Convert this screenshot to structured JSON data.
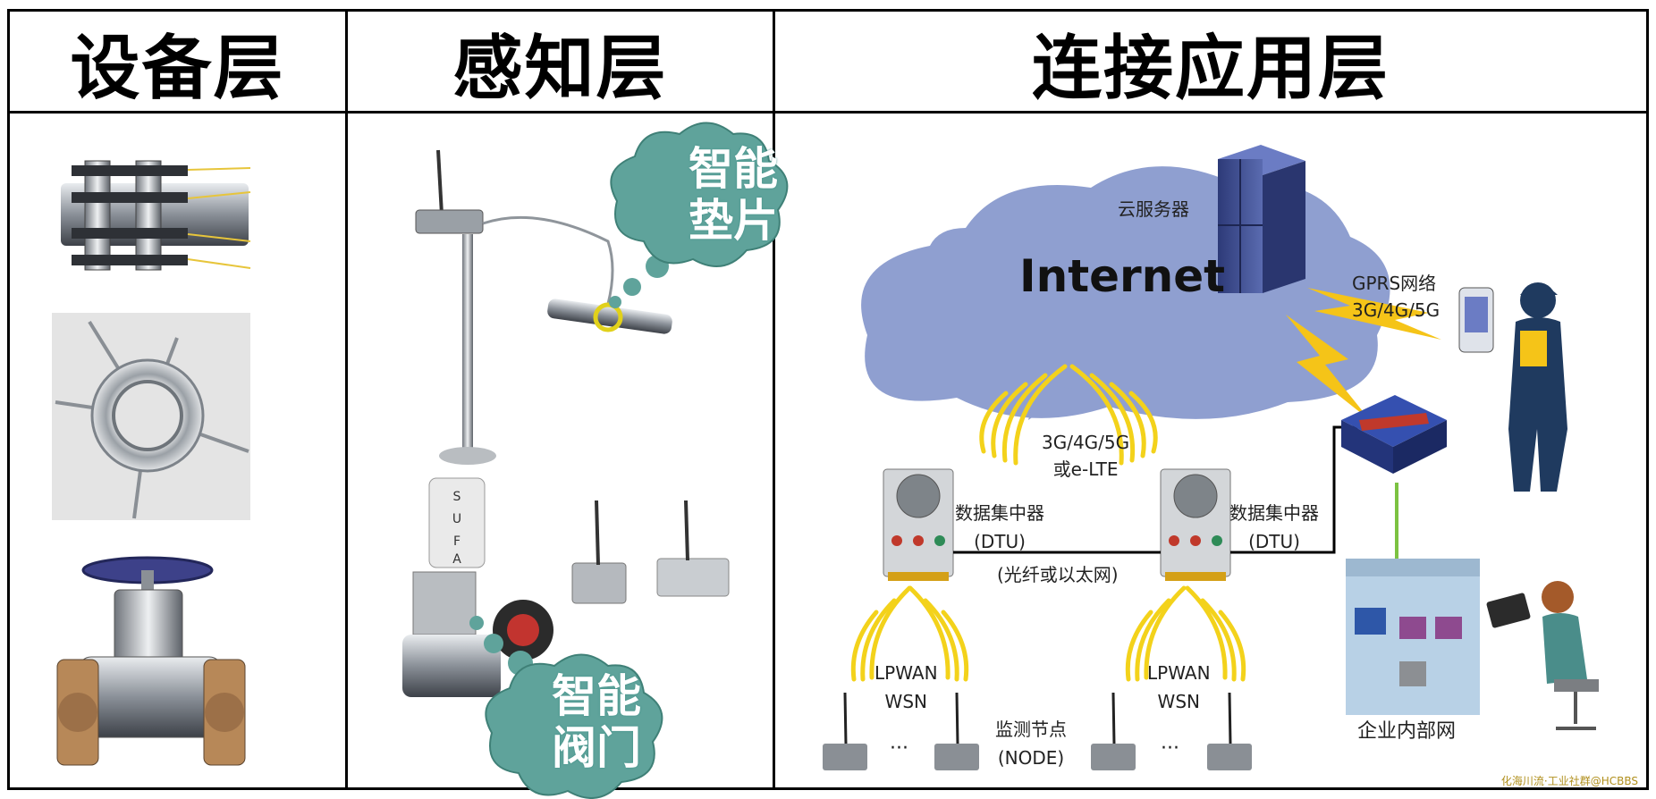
{
  "headers": {
    "col1": "设备层",
    "col2": "感知层",
    "col3": "连接应用层"
  },
  "sensing": {
    "bubble_top": [
      "智能",
      "垫片"
    ],
    "bubble_bottom": [
      "智能",
      "阀门"
    ],
    "pole_label": "SUFA"
  },
  "network": {
    "internet": "Internet",
    "cloud_server": "云服务器",
    "gprs": [
      "GPRS网络",
      "3G/4G/5G"
    ],
    "wireless": [
      "3G/4G/5G",
      "或e-LTE"
    ],
    "dtu_left": [
      "数据集中器",
      "(DTU)"
    ],
    "dtu_right": [
      "数据集中器",
      "(DTU)"
    ],
    "link": "(光纤或以太网)",
    "lpwan_left": [
      "LPWAN",
      "WSN"
    ],
    "lpwan_right": [
      "LPWAN",
      "WSN"
    ],
    "node": [
      "监测节点",
      "(NODE)"
    ],
    "ellipsis": "···",
    "enterprise": "企业内部网"
  },
  "watermark": "化海川流·工业社群@HCBBS",
  "colors": {
    "cloud_bubble": "#5fa39b",
    "internet_cloud": "#8f9fd0",
    "server": "#3b4a8c",
    "signal": "#f3d21b",
    "worker": "#1f3a5f"
  }
}
